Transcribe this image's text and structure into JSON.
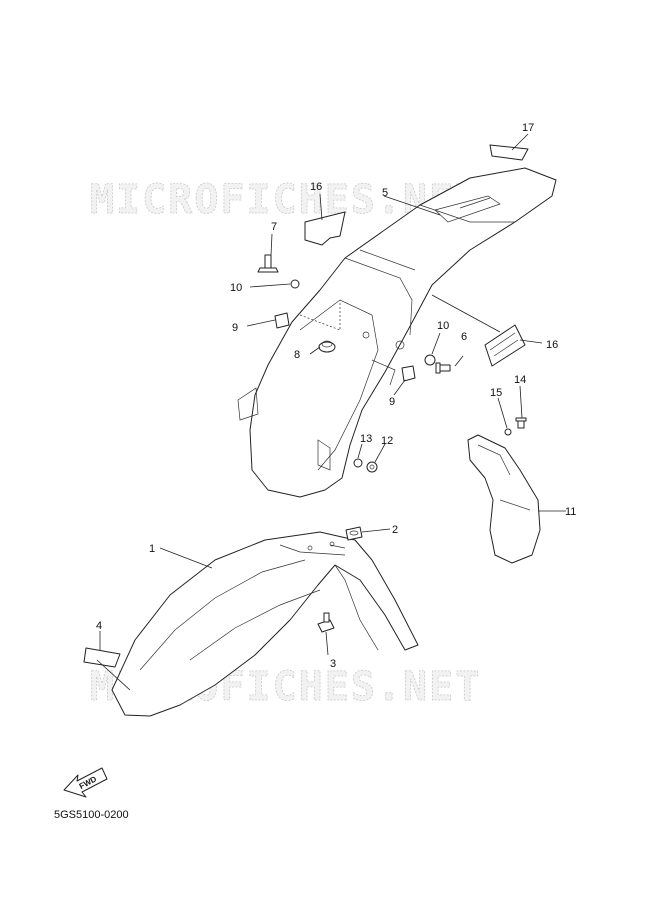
{
  "watermark_text": "MICROFICHES.NET",
  "drawing_code": "5GS5100-0200",
  "fwd_label": "FWD",
  "callouts": {
    "c1": "1",
    "c2": "2",
    "c3": "3",
    "c4": "4",
    "c5": "5",
    "c6": "6",
    "c7": "7",
    "c8": "8",
    "c9a": "9",
    "c9b": "9",
    "c10a": "10",
    "c10b": "10",
    "c11": "11",
    "c12": "12",
    "c13": "13",
    "c14": "14",
    "c15": "15",
    "c16a": "16",
    "c16b": "16",
    "c17": "17"
  }
}
